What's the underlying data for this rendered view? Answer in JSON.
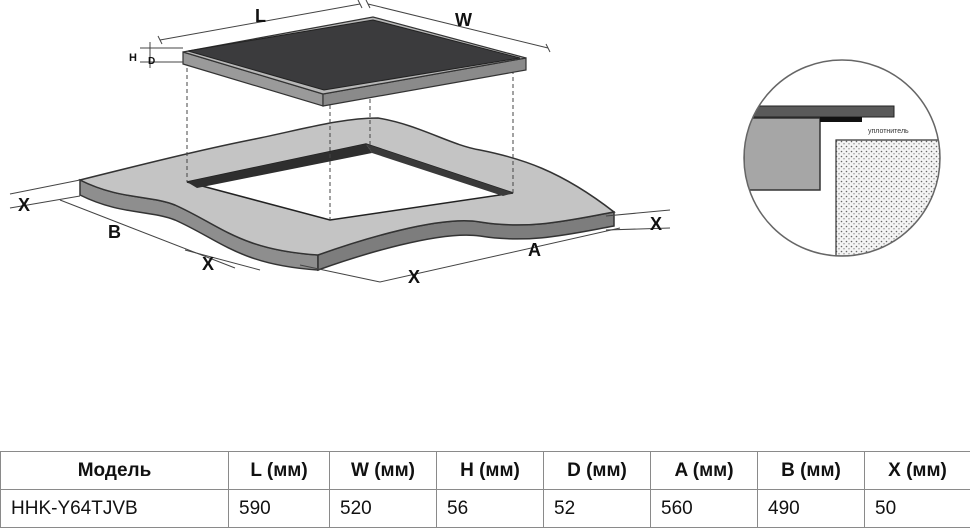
{
  "diagram": {
    "labels": {
      "L": "L",
      "W": "W",
      "H": "H",
      "D": "D",
      "A": "A",
      "B": "B",
      "X": "X"
    },
    "detail_label": "уплотнитель",
    "colors": {
      "glass": "#3b3b3d",
      "frame": "#9c9c9c",
      "countertop": "#c4c4c4",
      "outline": "#333333"
    }
  },
  "table": {
    "headers": [
      "Модель",
      "L (мм)",
      "W (мм)",
      "H (мм)",
      "D (мм)",
      "A (мм)",
      "B (мм)",
      "X (мм)"
    ],
    "rows": [
      [
        "HHK-Y64TJVB",
        "590",
        "520",
        "56",
        "52",
        "560",
        "490",
        "50"
      ]
    ]
  }
}
